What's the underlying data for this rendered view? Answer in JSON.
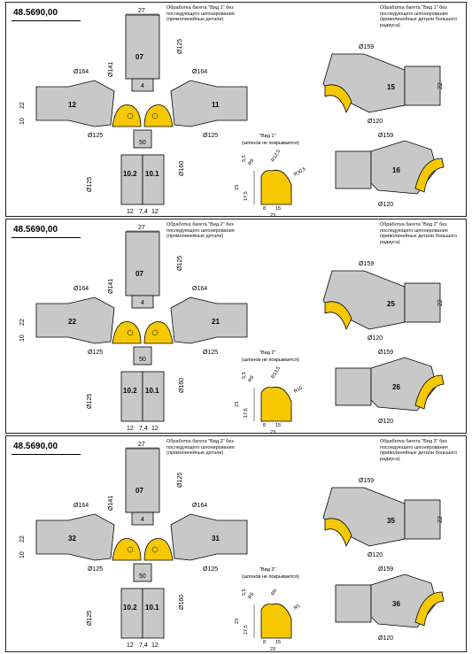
{
  "panels": [
    {
      "code": "48.5690,00",
      "note_main": "Обработка багета \"Вид 1\" без последующего шпонирования (прямолинейные детали)",
      "note_side": "Обработка багета \"Вид 1\" без последующего шпонирования (криволинейные детали большого радиуса)",
      "cutters": {
        "top": "07",
        "left": "12",
        "right": "11",
        "bottom_left": "10.2",
        "bottom_right": "10.1",
        "side_top": "15",
        "side_bottom": "16"
      },
      "profile_title": "\"Вид 1\"",
      "profile_sub": "(шпонов не покрывается)",
      "profile_dims": [
        "R8",
        "R12,5",
        "R30,5",
        "5,5",
        "17,5",
        "23",
        "8",
        "15",
        "23"
      ]
    },
    {
      "code": "48.5690,00",
      "note_main": "Обработка багета \"Вид 2\" без последующего шпонирования (прямолинейные детали)",
      "note_side": "Обработка багета \"Вид 2\" без последующего шпонирования (криволинейные детали большого радиуса)",
      "cutters": {
        "top": "07",
        "left": "22",
        "right": "21",
        "bottom_left": "10.2",
        "bottom_right": "10.1",
        "side_top": "25",
        "side_bottom": "26"
      },
      "profile_title": "\"Вид 2\"",
      "profile_sub": "(шпонов не покрывается)",
      "profile_dims": [
        "R8",
        "R13,5",
        "R10",
        "5,5",
        "17,5",
        "23",
        "8",
        "15",
        "23"
      ]
    },
    {
      "code": "48.5690,00",
      "note_main": "Обработка багета \"Вид 3\" без последующего шпонирования (прямолинейные детали)",
      "note_side": "Обработка багета \"Вид 3\" без последующего шпонирования (криволинейные детали большого радиуса)",
      "cutters": {
        "top": "07",
        "left": "32",
        "right": "31",
        "bottom_left": "10.2",
        "bottom_right": "10.1",
        "side_top": "35",
        "side_bottom": "36"
      },
      "profile_title": "\"Вид 3\"",
      "profile_sub": "(шпонов не покрывается)",
      "profile_dims": [
        "R8",
        "R6",
        "R5",
        "5,5",
        "17,5",
        "23",
        "8",
        "15",
        "23"
      ]
    }
  ],
  "dims": {
    "d27": "27",
    "d141": "Ø141",
    "d125": "Ø125",
    "d164": "Ø164",
    "d22": "22",
    "d10": "10",
    "d4": "4",
    "d50": "50",
    "d160": "Ø160",
    "d12": "12",
    "d74": "7,4",
    "d159": "Ø159",
    "d120": "Ø120"
  },
  "colors": {
    "cutter_body": "#c8c8c8",
    "cutter_dark": "#9a9a9a",
    "profile": "#f5c800",
    "outline": "#000000"
  }
}
